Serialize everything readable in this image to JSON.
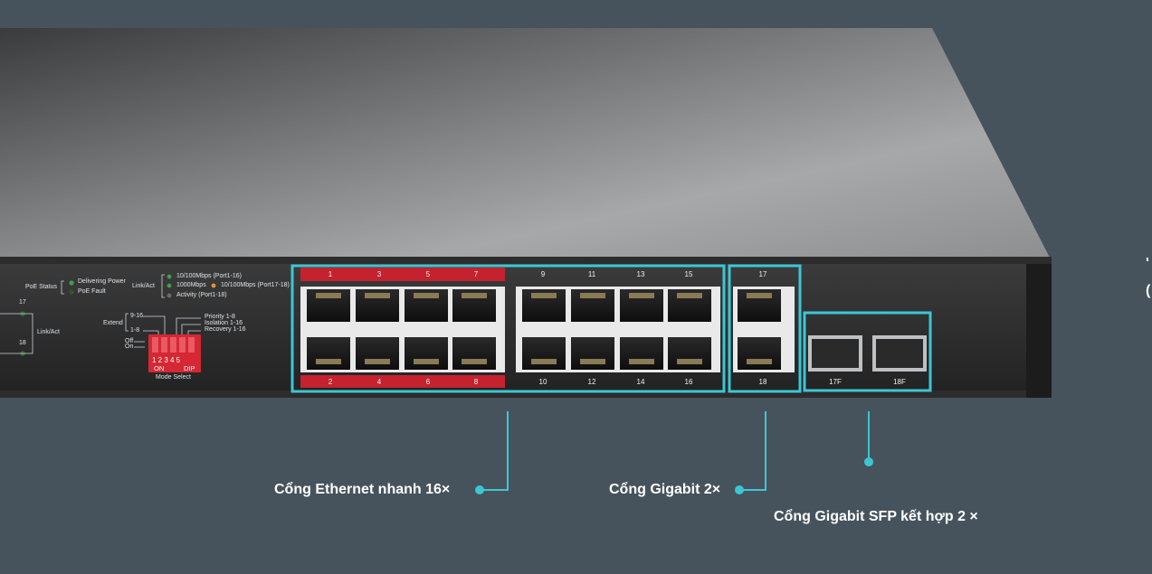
{
  "panel": {
    "poe_status_label": "PoE Status",
    "poe_delivering": "Delivering Power",
    "poe_fault": "PoE Fault",
    "link_act_label": "Link/Act",
    "led_legend": [
      "10/100Mbps (Port1-16)",
      "1000Mbps",
      "10/100Mbps (Port17-18)",
      "Activity (Port1-18)"
    ],
    "left_port_17": "17",
    "left_port_18": "18",
    "left_link_act": "Link/Act",
    "extend_label": "Extend",
    "extend_9_16": "9-16",
    "extend_1_8": "1-8",
    "off_label": "Off",
    "on_label": "On",
    "dip_numbers": [
      "1",
      "2",
      "3",
      "4",
      "5"
    ],
    "dip_on": "ON",
    "dip_label": "DIP",
    "mode_options": [
      "Priority 1-8",
      "Isolation 1-16",
      "Recovery 1-16"
    ],
    "mode_select": "Mode Select"
  },
  "ports": {
    "top_red": [
      "1",
      "3",
      "5",
      "7"
    ],
    "bottom_red": [
      "2",
      "4",
      "6",
      "8"
    ],
    "top_plain": [
      "9",
      "11",
      "13",
      "15"
    ],
    "bottom_plain": [
      "10",
      "12",
      "14",
      "16"
    ],
    "gigabit_top": "17",
    "gigabit_bottom": "18",
    "sfp": [
      "17F",
      "18F"
    ]
  },
  "callouts": {
    "fast_ethernet": "Cổng Ethernet nhanh 16×",
    "gigabit": "Cổng Gigabit 2×",
    "sfp_combo": "Cổng Gigabit SFP kết hợp 2 ×"
  },
  "colors": {
    "background": "#46535d",
    "highlight": "#3cc6d4",
    "port_label_red": "#c4222f"
  },
  "edge_marks": [
    "'",
    "("
  ]
}
